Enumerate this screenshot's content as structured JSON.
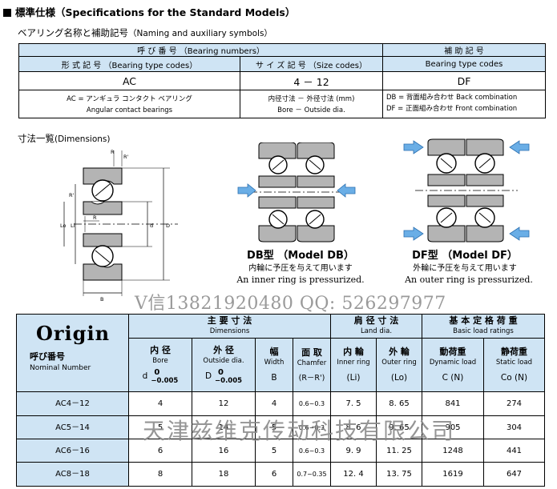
{
  "header": {
    "title_jp": "標準仕様",
    "title_en": "（Specifications for the Standard  Models）"
  },
  "naming": {
    "title_jp": "ベアリング名称と補助記号",
    "title_en": "（Naming and auxiliary symbols）",
    "bearing_numbers": "呼 び 番 号 （Bearing numbers）",
    "auxiliary_symbol": "補 助 記 号",
    "type_codes": "形 式 記 号 （Bearing type codes）",
    "size_codes": "サ イ ズ 記 号 （Size codes）",
    "aux_type_codes": "Bearing type codes",
    "type_value": "AC",
    "size_value": "4 － 12",
    "aux_value": "DF",
    "type_desc_jp": "AC = アンギュラ コンタクト ベアリング",
    "type_desc_en": "Angular contact bearings",
    "size_desc_jp": "内径寸法 － 外径寸法 (mm)",
    "size_desc_en": "Bore － Outside dia.",
    "aux_desc_db": "DB = 背面組み合わせ  Back combination",
    "aux_desc_df": "DF = 正面組み合わせ  Front combination"
  },
  "dimensions": {
    "title_jp": "寸法一覧",
    "title_en": "(Dimensions)"
  },
  "diagram_labels": [
    "R",
    "R'",
    "R'",
    "R",
    "Lo",
    "Li",
    "d",
    "D",
    "B"
  ],
  "db": {
    "type": "DB型 （Model DB）",
    "jp": "内輪に予圧を与えて用います",
    "en": "An inner ring is pressurized."
  },
  "df": {
    "type": "DF型 （Model DF）",
    "jp": "外輪に予圧を与えて用います",
    "en": "An outer ring is pressurized."
  },
  "watermark": {
    "contact": "V信13821920480  QQ: 526297977",
    "company": "天津兹维克传动科技有限公司"
  },
  "spec": {
    "logo": "Origin",
    "nominal_jp": "呼び番号",
    "nominal_en": "Nominal Number",
    "main_dim_jp": "主 要 寸 法",
    "main_dim_en": "Dimensions",
    "land_jp": "肩 径 寸 法",
    "land_en": "Land dia.",
    "load_jp": "基 本 定 格 荷 重",
    "load_en": "Basic load ratings",
    "cols": {
      "bore_jp": "内 径",
      "bore_en": "Bore",
      "bore_sym": "d",
      "od_jp": "外 径",
      "od_en": "Outside dia.",
      "od_sym": "D",
      "width_jp": "幅",
      "width_en": "Width",
      "width_sym": "B",
      "chamfer_jp": "面 取",
      "chamfer_en": "Chamfer",
      "chamfer_sym": "(R－R')",
      "inner_jp": "内 輪",
      "inner_en": "Inner ring",
      "inner_sym": "(Li)",
      "outer_jp": "外 輪",
      "outer_en": "Outer ring",
      "outer_sym": "(Lo)",
      "dyn_jp": "動荷重",
      "dyn_en": "Dynamic load",
      "dyn_sym": "C (N)",
      "stat_jp": "静荷重",
      "stat_en": "Static load",
      "stat_sym": "Co (N)"
    },
    "tolerance_upper": "0",
    "tolerance_lower": "−0.005",
    "rows": [
      {
        "name": "AC4－12",
        "bore": "4",
        "od": "12",
        "width": "4",
        "chamfer": "0.6~0.3",
        "li": "7. 5",
        "lo": "8. 65",
        "c": "841",
        "co": "274"
      },
      {
        "name": "AC5－14",
        "bore": "5",
        "od": "14",
        "width": "5",
        "chamfer": "0.6~0.3",
        "li": "8. 6",
        "lo": "9. 65",
        "c": "905",
        "co": "304"
      },
      {
        "name": "AC6－16",
        "bore": "6",
        "od": "16",
        "width": "5",
        "chamfer": "0.6~0.3",
        "li": "9. 9",
        "lo": "11. 25",
        "c": "1248",
        "co": "441"
      },
      {
        "name": "AC8－18",
        "bore": "8",
        "od": "18",
        "width": "6",
        "chamfer": "0.7~0.35",
        "li": "12. 4",
        "lo": "13. 75",
        "c": "1619",
        "co": "647"
      }
    ]
  },
  "colors": {
    "header_blue": "#cfe4f4",
    "arrow_blue": "#6aaee6",
    "ring_gray": "#b4b4b4"
  }
}
